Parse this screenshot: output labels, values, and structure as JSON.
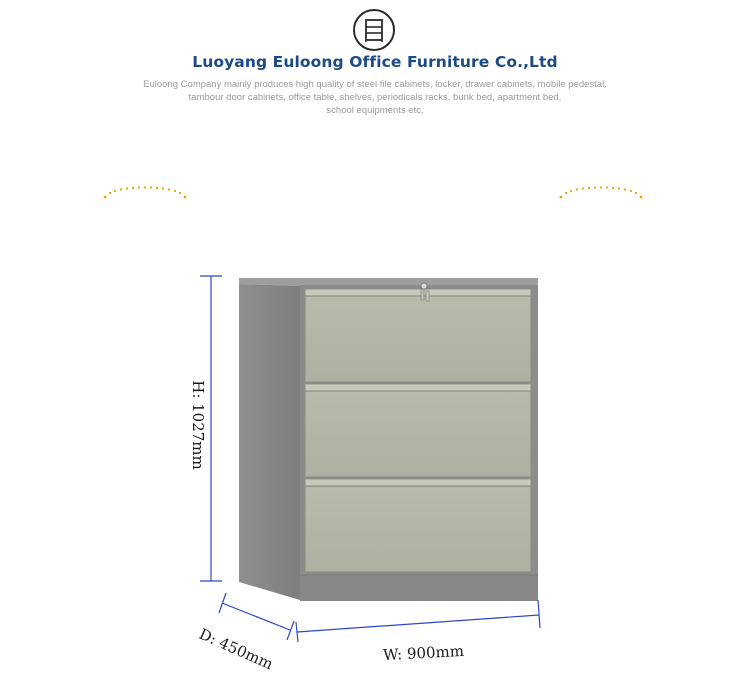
{
  "header": {
    "logo_icon": "cabinet-drawer-icon",
    "company_name": "Luoyang Euloong Office Furniture Co.,Ltd",
    "description_lines": [
      "Euloong Company mainly produces high quality of  steel file cabinets, locker, drawer cabinets, mobile pedestal,",
      "tambour door cabinets, office table, shelves, periodicals racks, bunk bed, apartment bed,",
      "school equipments etc."
    ]
  },
  "product": {
    "drawer_count": 3,
    "colors": {
      "frame": "#8c8d8c",
      "drawer_front": "#b6b8aa",
      "dimension_line": "#2c47c8",
      "title": "#1c4a86",
      "decoration": "#f0a200"
    }
  },
  "dimensions": {
    "height_label": "H: 1027mm",
    "width_label": "W: 900mm",
    "depth_label": "D: 450mm"
  }
}
